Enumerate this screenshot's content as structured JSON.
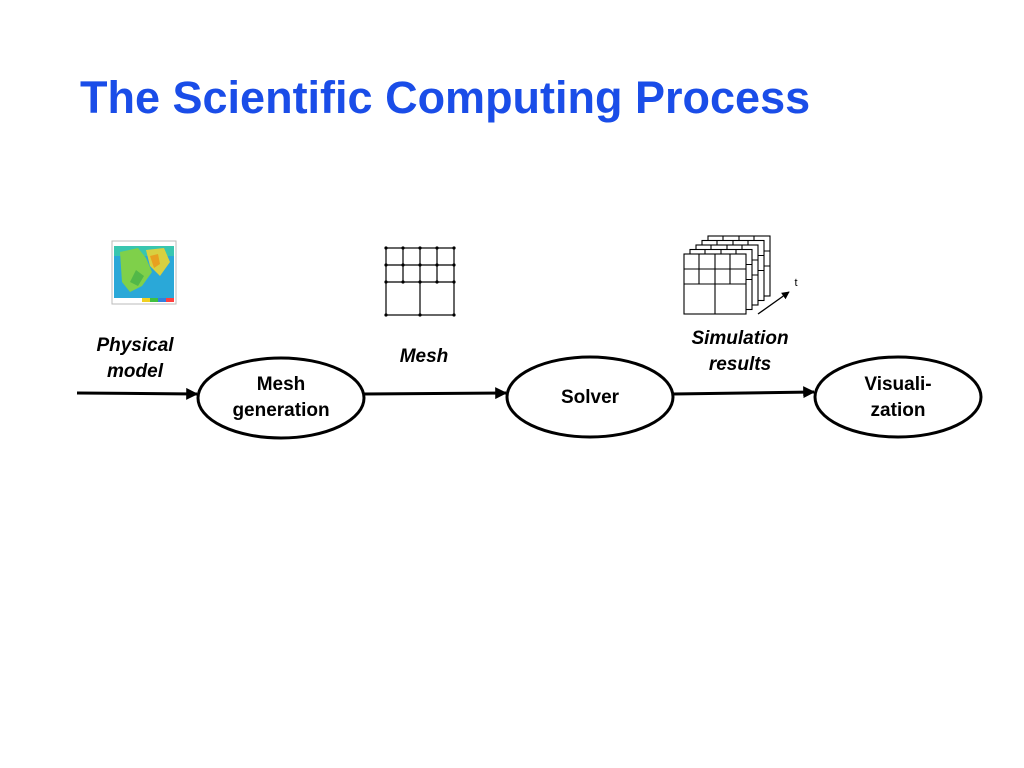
{
  "slide": {
    "title": "The Scientific Computing Process"
  },
  "labels": {
    "physical_model": [
      "Physical",
      "model"
    ],
    "mesh": "Mesh",
    "simulation_results": [
      "Simulation",
      "results"
    ],
    "time_axis": "t"
  },
  "nodes": {
    "mesh_generation": [
      "Mesh",
      "generation"
    ],
    "solver": "Solver",
    "visualization": [
      "Visuali-",
      "zation"
    ]
  },
  "colors": {
    "title": "#1a4de8",
    "stroke": "#000000"
  }
}
